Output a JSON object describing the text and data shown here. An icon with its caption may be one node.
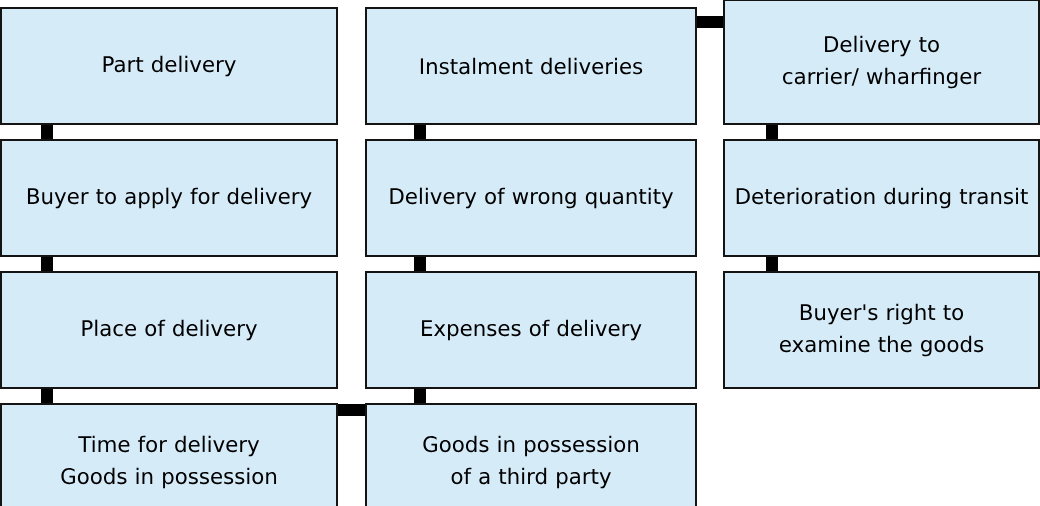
{
  "diagram": {
    "nodes": [
      {
        "text": [
          "Part delivery"
        ]
      },
      {
        "text": [
          "Buyer to apply for delivery"
        ]
      },
      {
        "text": [
          "Place of delivery"
        ]
      },
      {
        "text": [
          "Time for delivery Goods in possession"
        ]
      },
      {
        "text": [
          "Instalment deliveries"
        ]
      },
      {
        "text": [
          "Delivery of wrong quantity"
        ]
      },
      {
        "text": [
          "Expenses of delivery"
        ]
      },
      {
        "text": [
          "Goods in possession of a third party"
        ]
      },
      {
        "text": [
          "Delivery to carrier/ wharfinger"
        ]
      },
      {
        "text": [
          "Deterioration during transit"
        ]
      },
      {
        "text": [
          "Buyer's right to examine the goods"
        ]
      }
    ],
    "edges": [
      {
        "from": 0,
        "to": 1,
        "arrow": "none"
      },
      {
        "from": 1,
        "to": 2,
        "arrow": "none"
      },
      {
        "from": 2,
        "to": 3,
        "arrow": "none"
      },
      {
        "from": 3,
        "to": 7,
        "arrow": "none"
      },
      {
        "from": 4,
        "to": 5,
        "arrow": "none"
      },
      {
        "from": 5,
        "to": 6,
        "arrow": "none"
      },
      {
        "from": 6,
        "to": 7,
        "arrow": "none"
      },
      {
        "from": 4,
        "to": 8,
        "arrow": "none"
      },
      {
        "from": 8,
        "to": 9,
        "arrow": "none"
      },
      {
        "from": 9,
        "to": 10,
        "arrow": "none"
      }
    ]
  }
}
